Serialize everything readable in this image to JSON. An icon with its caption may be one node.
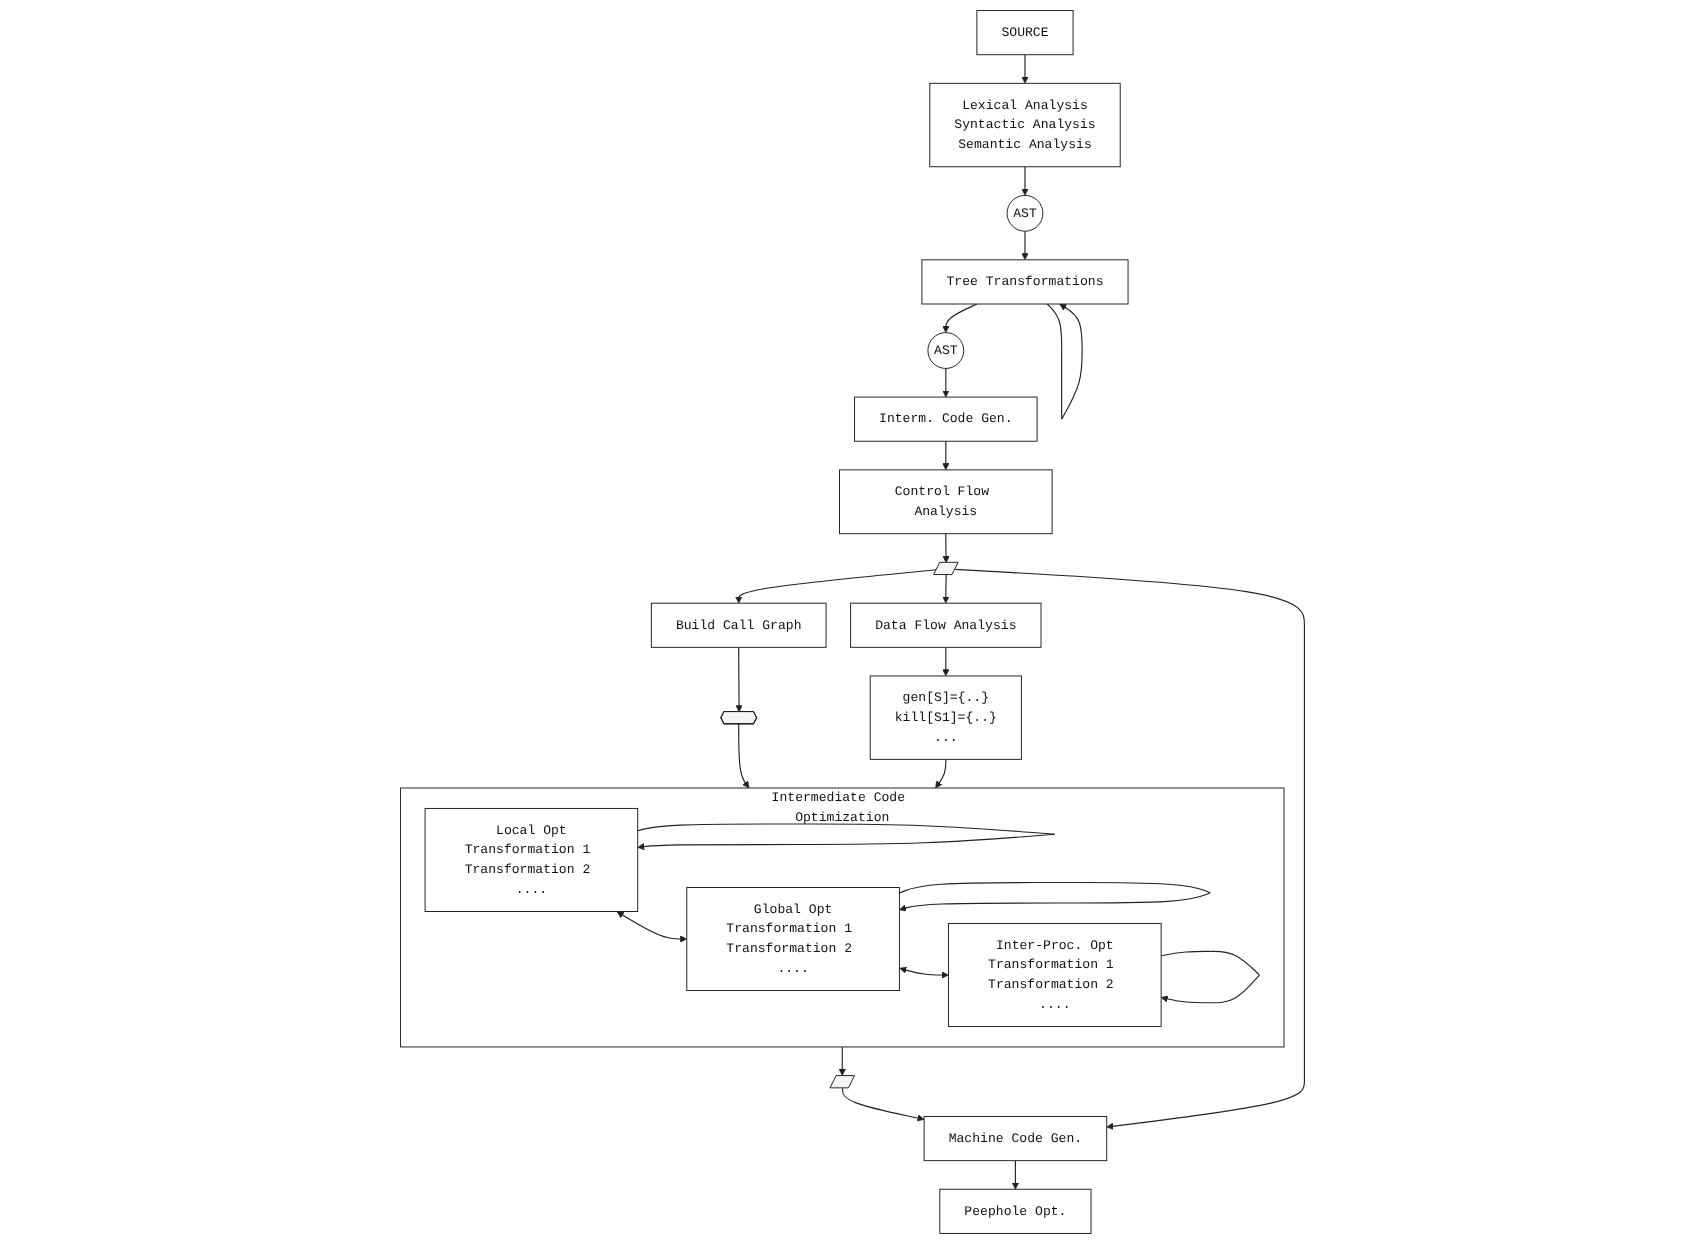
{
  "diagram": {
    "nodes": [
      {
        "text": [
          "Intermediate Code Optimization"
        ]
      },
      {
        "text": [
          "Local Opt",
          "Transformation 1 Transformation 2 ...."
        ],
        "in": 0
      },
      {
        "text": [
          "Global Opt",
          "Transformation 1 Transformation 2 ...."
        ],
        "in": 0
      },
      {
        "text": [
          "Inter-Proc. Opt",
          "Transformation 1 Transformation 2 ...."
        ],
        "in": 0
      },
      {
        "text": [
          "Lexical Analysis",
          "Syntactic Analysis",
          "Semantic Analysis"
        ]
      },
      {
        "text": [
          "SOURCE"
        ]
      },
      {
        "text": [
          "AST"
        ]
      },
      {
        "text": [
          "Tree Transformations"
        ]
      },
      {
        "text": [
          "AST"
        ]
      },
      {
        "text": [
          "Interm. Code Gen."
        ]
      },
      {
        "text": [
          "Control Flow Analysis"
        ]
      },
      {
        "text": [],
        "shape": "flowchart"
      },
      {
        "text": [
          "Build Call Graph"
        ]
      },
      {
        "text": [
          "Data Flow Analysis"
        ]
      },
      {
        "text": [],
        "shape": "graph"
      },
      {
        "text": [
          "gen[S]={..}",
          "kill[S1]={..}",
          "..."
        ]
      },
      {
        "text": [],
        "shape": "flowchart"
      },
      {
        "text": [
          "Machine Code Gen."
        ]
      },
      {
        "text": [
          "Peephole Opt."
        ]
      }
    ],
    "edges": [
      {
        "from": 1,
        "to": 1,
        "arrow": "to"
      },
      {
        "from": 2,
        "to": 2,
        "arrow": "to"
      },
      {
        "from": 3,
        "to": 3,
        "arrow": "to"
      },
      {
        "from": 1,
        "to": 2,
        "arrow": "both"
      },
      {
        "from": 2,
        "to": 3,
        "arrow": "both"
      },
      {
        "from": 5,
        "to": 4,
        "arrow": "to"
      },
      {
        "from": 4,
        "to": 6,
        "arrow": "to"
      },
      {
        "from": 6,
        "to": 7,
        "arrow": "to"
      },
      {
        "from": 7,
        "to": 7,
        "arrow": "to"
      },
      {
        "from": 7,
        "to": 8,
        "arrow": "to"
      },
      {
        "from": 8,
        "to": 9,
        "arrow": "to"
      },
      {
        "from": 9,
        "to": 10,
        "arrow": "to"
      },
      {
        "from": 10,
        "to": 11,
        "arrow": "to"
      },
      {
        "from": 11,
        "to": 12,
        "arrow": "to"
      },
      {
        "from": 11,
        "to": 13,
        "arrow": "to"
      },
      {
        "from": 12,
        "to": 14,
        "arrow": "to"
      },
      {
        "from": 13,
        "to": 15,
        "arrow": "to"
      },
      {
        "from": 14,
        "to": 0,
        "arrow": "to"
      },
      {
        "from": 15,
        "to": 0,
        "arrow": "to"
      },
      {
        "from": 0,
        "to": 16,
        "arrow": "to"
      },
      {
        "from": 16,
        "to": 17,
        "arrow": "to"
      },
      {
        "from": 11,
        "to": 17,
        "arrow": "to"
      },
      {
        "from": 17,
        "to": 18,
        "arrow": "to"
      }
    ]
  }
}
